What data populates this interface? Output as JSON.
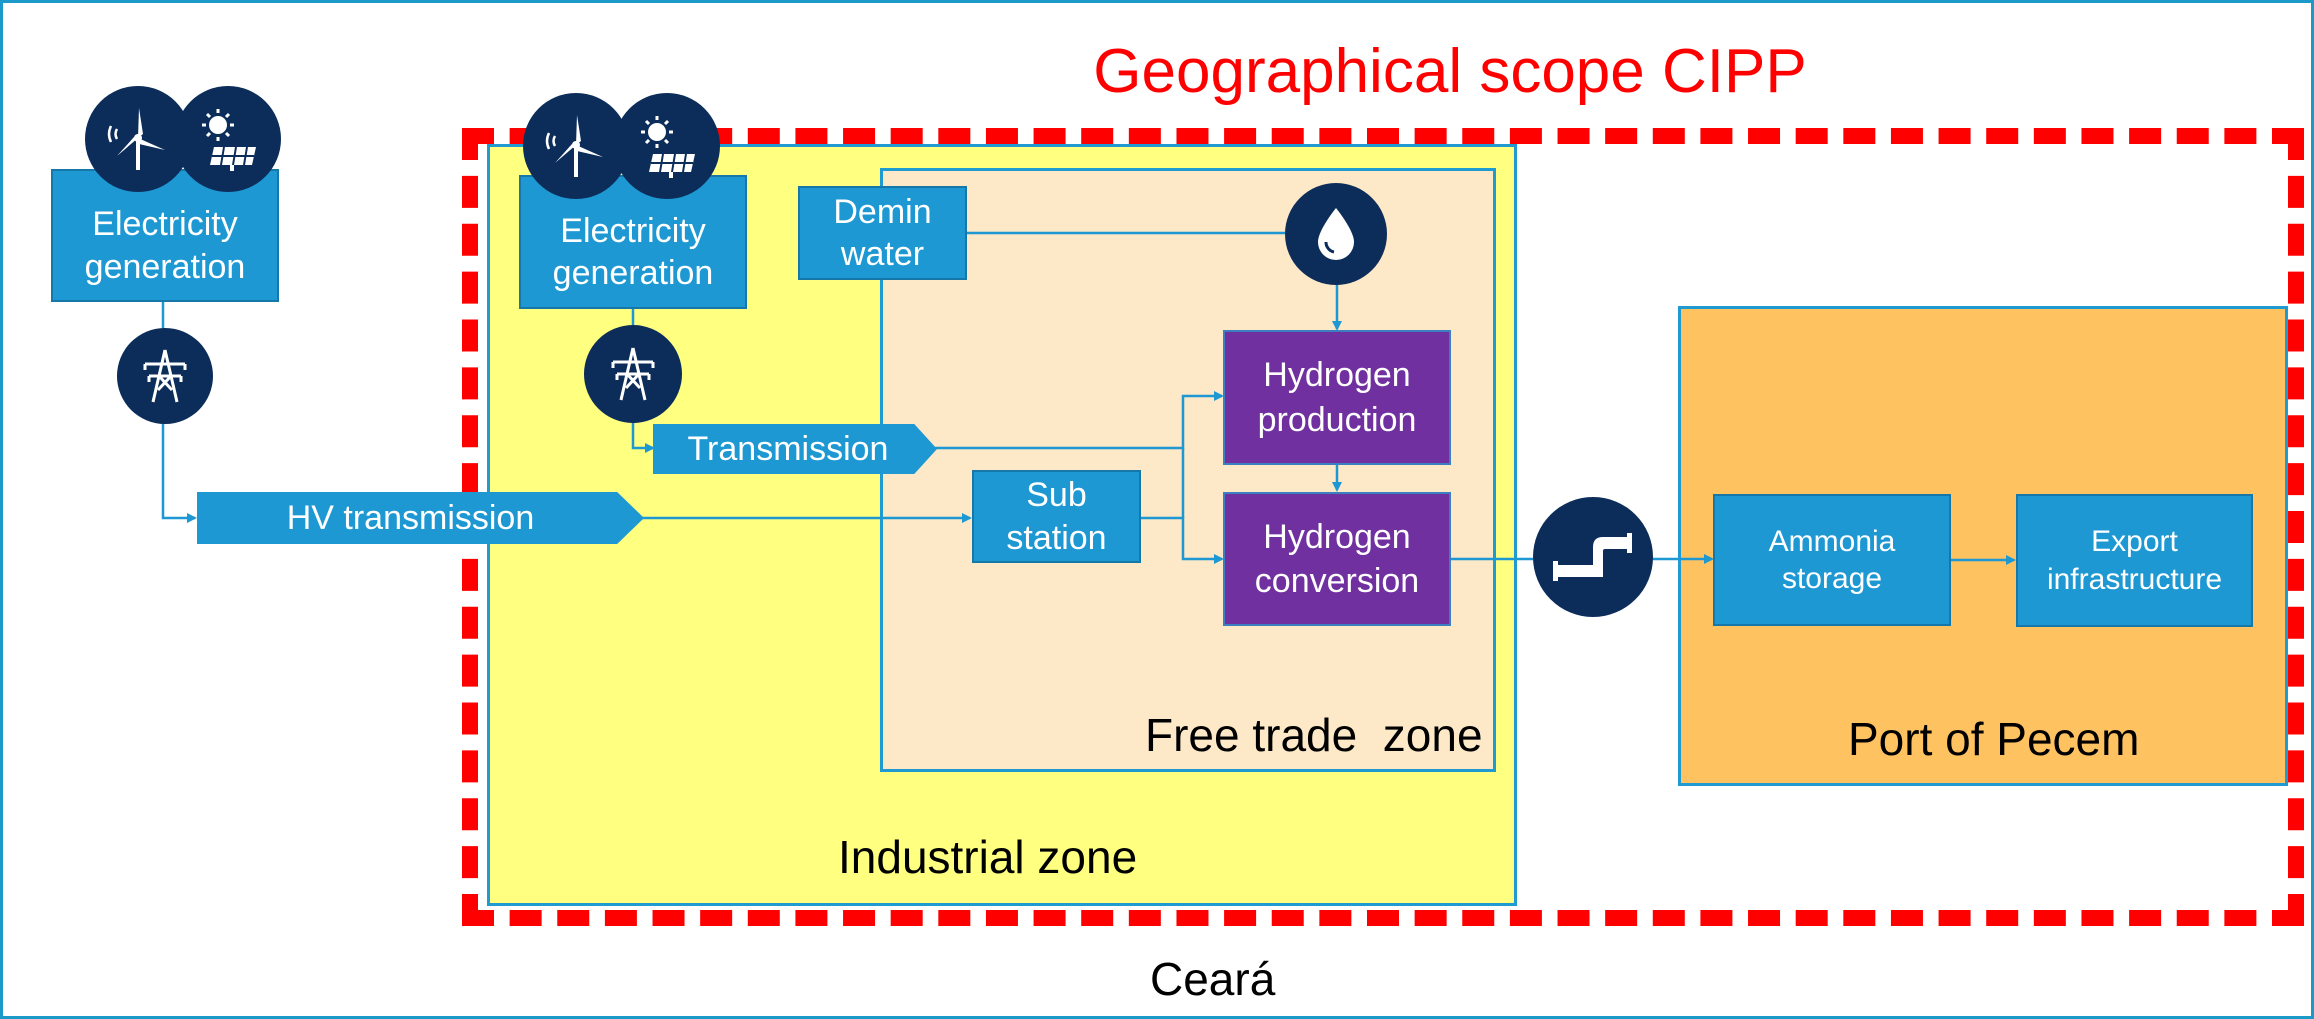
{
  "title": "Geographical scope CIPP",
  "region_label": "Ceará",
  "zones": {
    "industrial": "Industrial zone",
    "free_trade": "Free trade  zone",
    "port": "Port of Pecem"
  },
  "nodes": {
    "electricity_generation_outside": "Electricity\ngeneration",
    "electricity_generation_inside": "Electricity\ngeneration",
    "demin_water": "Demin\nwater",
    "transmission": "Transmission",
    "hv_transmission": "HV transmission",
    "sub_station": "Sub\nstation",
    "hydrogen_production": "Hydrogen\nproduction",
    "hydrogen_conversion": "Hydrogen\nconversion",
    "ammonia_storage": "Ammonia\nstorage",
    "export_infrastructure": "Export\ninfrastructure"
  },
  "icons": {
    "wind_turbine": "wind-turbine-icon",
    "solar_panel": "solar-panel-icon",
    "power_tower": "power-tower-icon",
    "water_drop": "water-drop-icon",
    "pipeline": "pipeline-icon"
  },
  "colors": {
    "scope_red": "#ff0000",
    "box_blue": "#1d98d3",
    "icon_navy": "#0c2d5a",
    "purple": "#7030a0",
    "industrial_yellow": "#ffff80",
    "free_trade_beige": "#fde9c8",
    "port_orange": "#ffc260"
  }
}
